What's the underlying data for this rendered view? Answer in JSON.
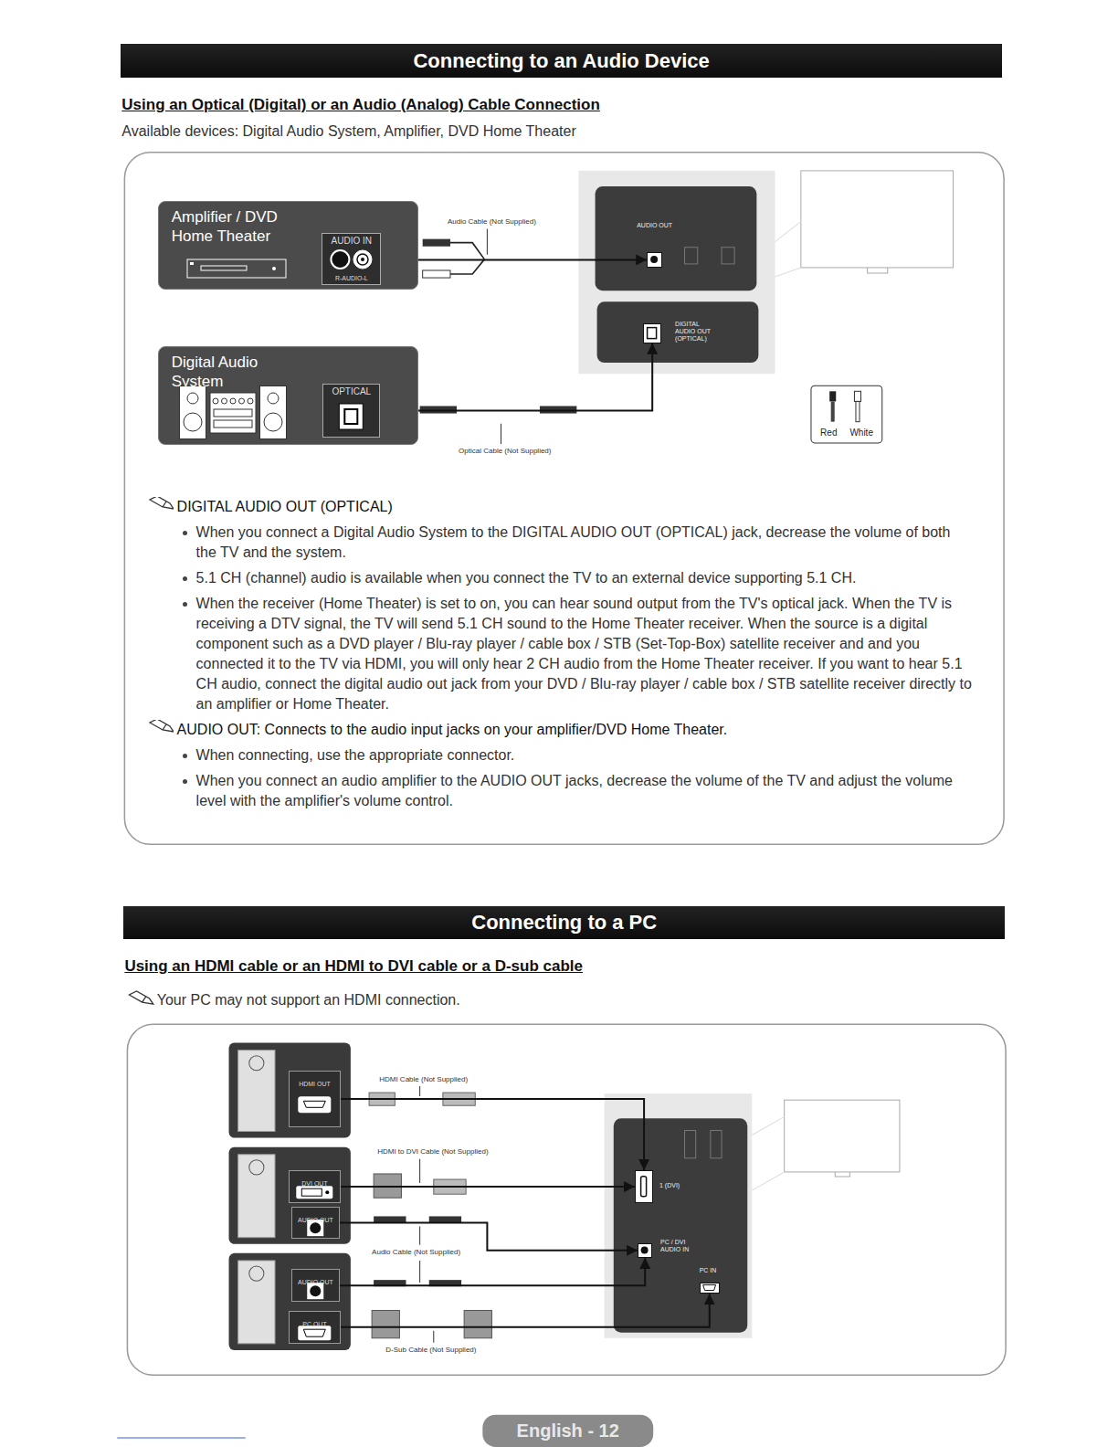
{
  "diagram": {
    "nodes": [
      {
        "text": [
          "Connecting to an Audio Device"
        ]
      },
      {
        "text": [
          "Amplifier / DVD Home Theater"
        ]
      },
      {
        "text": [
          "AUDIO IN",
          "R-AUDIO-L"
        ],
        "in": 1
      },
      {
        "text": [
          "AUDIO OUT"
        ]
      },
      {
        "text": [
          "DIGITAL AUDIO OUT (OPTICAL)"
        ]
      },
      {
        "text": [
          "Digital Audio System"
        ]
      },
      {
        "text": [
          "OPTICAL"
        ],
        "in": 5
      },
      {
        "text": [
          "Connecting to a PC"
        ]
      },
      {
        "text": [
          "HDMI OUT"
        ]
      },
      {
        "text": [
          "DVI OUT"
        ]
      },
      {
        "text": [
          "AUDIO OUT"
        ]
      },
      {
        "text": [
          "AUDIO OUT"
        ]
      },
      {
        "text": [
          "PC OUT"
        ]
      },
      {
        "text": [
          "1 (DVI)"
        ]
      },
      {
        "text": [
          "PC / DVI AUDIO IN"
        ]
      },
      {
        "text": [
          "PC IN"
        ]
      }
    ],
    "edges": [
      {
        "from": 2,
        "to": 3,
        "arrow": "to"
      },
      {
        "from": 6,
        "to": 4,
        "arrow": "to"
      },
      {
        "from": 8,
        "to": 13,
        "arrow": "to"
      },
      {
        "from": 9,
        "to": 13,
        "arrow": "to"
      },
      {
        "from": 10,
        "to": 14,
        "arrow": "to"
      },
      {
        "from": 11,
        "to": 14,
        "arrow": "to"
      },
      {
        "from": 12,
        "to": 15,
        "arrow": "to"
      }
    ],
    "labels": [
      "Using an Optical (Digital) or an Audio (Analog) Cable Connection",
      "Available devices: Digital Audio System, Amplifier, DVD Home Theater",
      "Audio Cable (Not Supplied)",
      "Optical Cable (Not Supplied)",
      "Red",
      "White",
      "DIGITAL AUDIO OUT (OPTICAL)",
      "When you connect a Digital Audio System to the DIGITAL AUDIO OUT (OPTICAL) jack, decrease the volume of both the TV and the system.",
      "5.1 CH (channel) audio is available when you connect the TV to an external device supporting 5.1 CH.",
      "When the receiver (Home Theater) is set to on, you can hear sound output from the TV's optical jack. When the TV is receiving a DTV signal, the TV will send 5.1 CH sound to the Home Theater receiver. When the source is a digital component such as a DVD player / Blu-ray player / cable box / STB (Set-Top-Box) satellite receiver and and you connected it to the TV via HDMI, you will only hear 2 CH audio from the Home Theater receiver. If you want to hear 5.1 CH audio, connect the digital audio out jack from your DVD / Blu-ray player / cable box / STB satellite receiver directly to an amplifier or Home Theater.",
      "AUDIO OUT: Connects to the audio input jacks on your amplifier/DVD Home Theater.",
      "When connecting, use the appropriate connector.",
      "When you connect an audio amplifier to the AUDIO OUT jacks, decrease the volume of the TV and adjust the volume level with the amplifier's volume control.",
      "Using an HDMI cable or an HDMI to DVI cable or a D-sub cable",
      "Your PC may not support an HDMI connection.",
      "HDMI Cable (Not Supplied)",
      "HDMI to DVI Cable (Not Supplied)",
      "Audio Cable (Not Supplied)",
      "D-Sub Cable (Not Supplied)",
      "English - 12"
    ]
  }
}
